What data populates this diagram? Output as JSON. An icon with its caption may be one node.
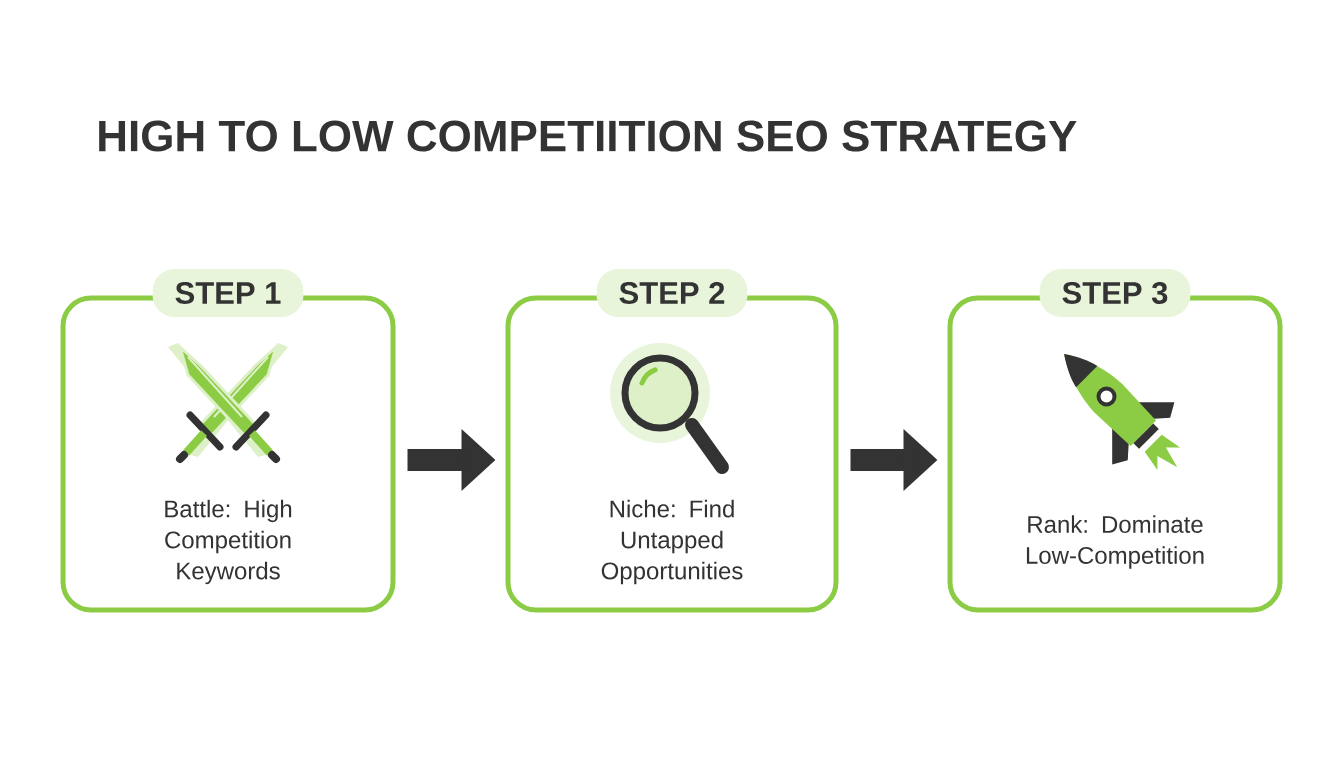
{
  "diagram": {
    "title": "HIGH TO LOW COMPETIITION SEO STRATEGY",
    "nodes": [
      {
        "text": [
          "STEP 1",
          "Battle: High Competition Keywords"
        ]
      },
      {
        "text": [
          "STEP 2",
          "Niche: Find Untapped Opportunities"
        ]
      },
      {
        "text": [
          "STEP 3",
          "Rank: Dominate Low-Competition"
        ]
      }
    ],
    "edges": [
      {
        "from": 0,
        "to": 1,
        "arrow": "to"
      },
      {
        "from": 1,
        "to": 2,
        "arrow": "to"
      }
    ]
  }
}
